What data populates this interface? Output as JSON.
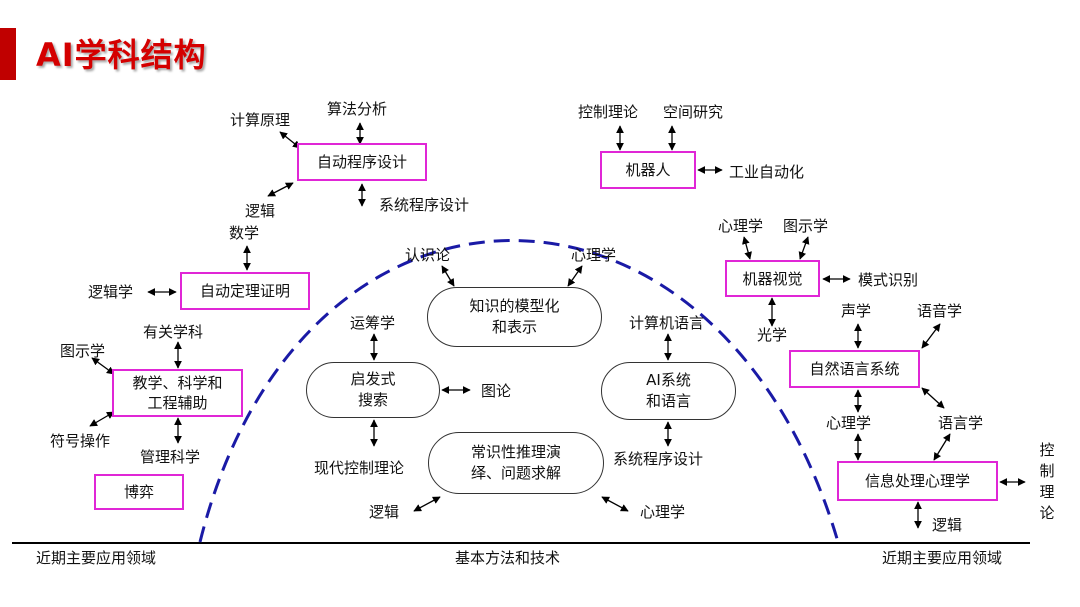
{
  "title": "AI学科结构",
  "regions": {
    "left": "近期主要应用领域",
    "center": "基本方法和技术",
    "right": "近期主要应用领域"
  },
  "boxes": {
    "auto_program": "自动程序设计",
    "robot": "机器人",
    "theorem": "自动定理证明",
    "teaching": "教学、科学和\n工程辅助",
    "game": "博弈",
    "vision": "机器视觉",
    "nlp": "自然语言系统",
    "info_psych": "信息处理心理学"
  },
  "ovals": {
    "knowledge": "知识的模型化\n和表示",
    "search": "启发式\n搜索",
    "ai_lang": "AI系统\n和语言",
    "reasoning": "常识性推理演\n绎、问题求解"
  },
  "labels": {
    "calc_principle": "计算原理",
    "algo_analysis": "算法分析",
    "logic1": "逻辑",
    "math": "数学",
    "sys_design1": "系统程序设计",
    "control_theory1": "控制理论",
    "space_research": "空间研究",
    "industry_auto": "工业自动化",
    "logic_science": "逻辑学",
    "related_subjects": "有关学科",
    "graphics1": "图示学",
    "symbol_ops": "符号操作",
    "mgmt_science": "管理科学",
    "epistemology": "认识论",
    "psychology1": "心理学",
    "operations": "运筹学",
    "graph_theory": "图论",
    "computer_lang": "计算机语言",
    "modern_control": "现代控制理论",
    "sys_design2": "系统程序设计",
    "logic2": "逻辑",
    "psychology2": "心理学",
    "psychology3": "心理学",
    "graphics2": "图示学",
    "pattern_recog": "模式识别",
    "optics": "光学",
    "acoustics": "声学",
    "phonetics": "语音学",
    "psychology4": "心理学",
    "linguistics": "语言学",
    "control_theory2": "控\n制\n理\n论",
    "logic3": "逻辑"
  }
}
